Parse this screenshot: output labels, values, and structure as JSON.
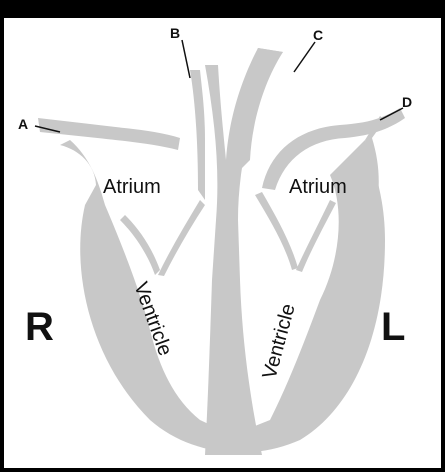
{
  "diagram": {
    "pointer_labels": {
      "a": "A",
      "b": "B",
      "c": "C",
      "d": "D"
    },
    "chambers": {
      "right_atrium": "Atrium",
      "left_atrium": "Atrium",
      "right_ventricle": "Ventricle",
      "left_ventricle": "Ventricle"
    },
    "sides": {
      "right": "R",
      "left": "L"
    },
    "colors": {
      "frame": "#000000",
      "background": "#ffffff",
      "tissue": "#c8c8c8",
      "text": "#111111"
    }
  }
}
